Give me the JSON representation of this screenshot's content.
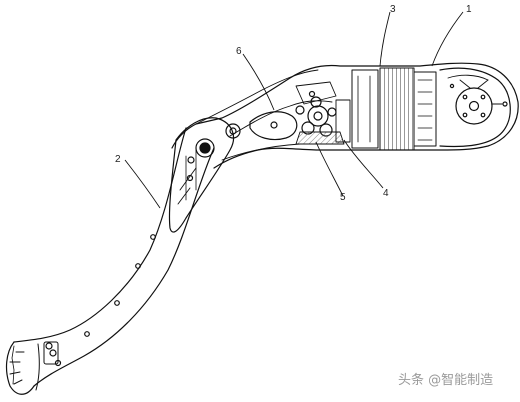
{
  "diagram": {
    "callouts": [
      {
        "id": "callout-1",
        "text": "1"
      },
      {
        "id": "callout-2",
        "text": "2"
      },
      {
        "id": "callout-3",
        "text": "3"
      },
      {
        "id": "callout-4",
        "text": "4"
      },
      {
        "id": "callout-5",
        "text": "5"
      },
      {
        "id": "callout-6",
        "text": "6"
      }
    ]
  },
  "watermark": {
    "text": "头条 @智能制造"
  }
}
